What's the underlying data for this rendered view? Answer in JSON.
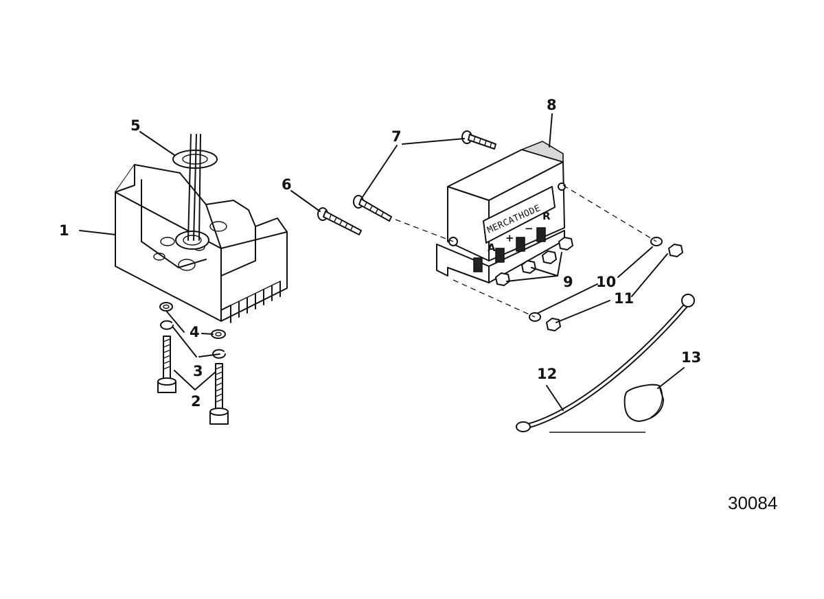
{
  "callouts": [
    "1",
    "2",
    "3",
    "4",
    "5",
    "6",
    "7",
    "8",
    "9",
    "10",
    "11",
    "12",
    "13"
  ],
  "component_label": "MERCATHODE",
  "terminal_labels": [
    "A",
    "+",
    "−",
    "R"
  ],
  "reference_number": "30084"
}
